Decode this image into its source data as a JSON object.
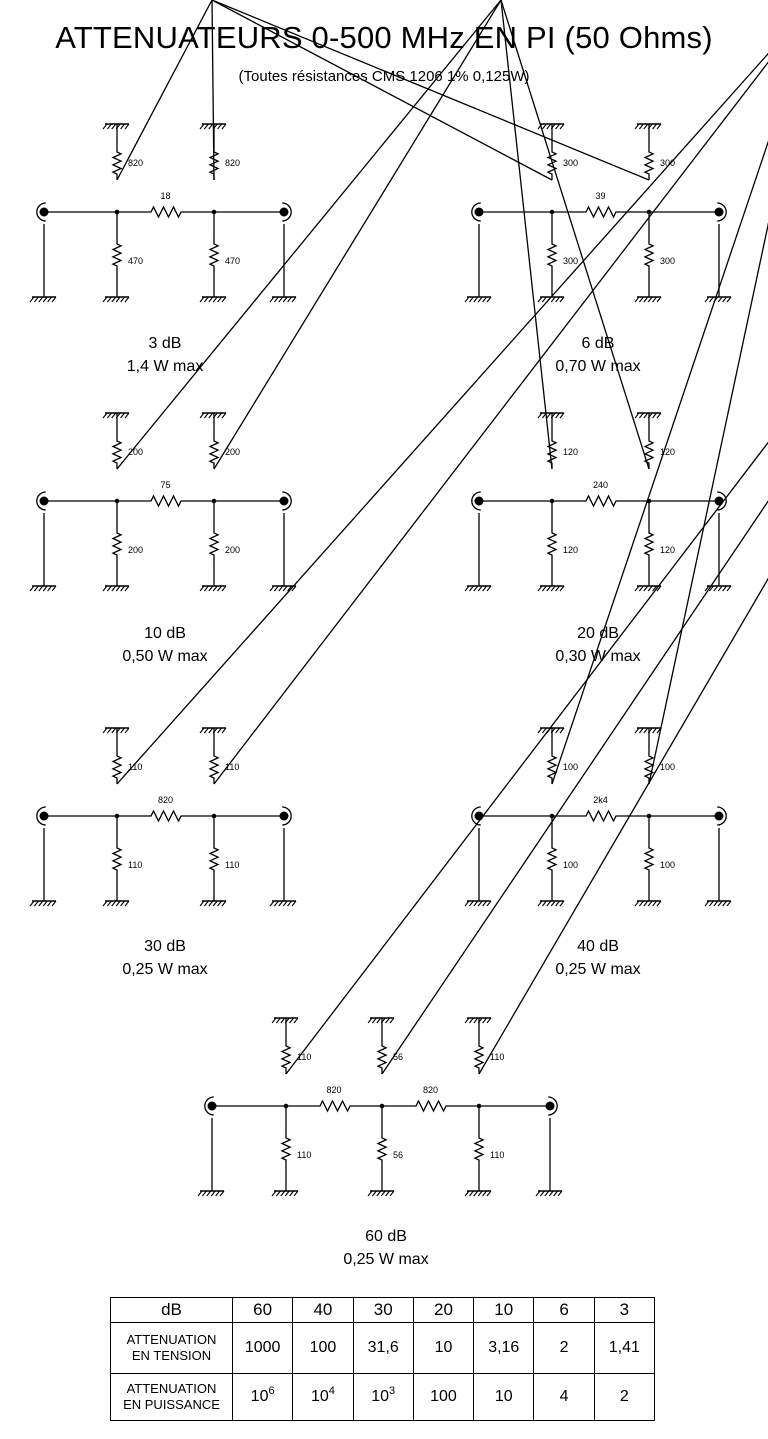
{
  "title": "ATTENUATEURS 0-500 MHz EN PI (50 Ohms)",
  "subtitle": "(Toutes résistances CMS 1206 1%  0,125W)",
  "circuits": [
    {
      "db": "3 dB",
      "power": "1,4 W max",
      "shunt_in_top": "820",
      "shunt_out_top": "820",
      "series": "18",
      "shunt_in_bottom": "470",
      "shunt_out_bottom": "470"
    },
    {
      "db": "6 dB",
      "power": "0,70 W max",
      "shunt_in_top": "300",
      "shunt_out_top": "300",
      "series": "39",
      "shunt_in_bottom": "300",
      "shunt_out_bottom": "300"
    },
    {
      "db": "10 dB",
      "power": "0,50 W max",
      "shunt_in_top": "200",
      "shunt_out_top": "200",
      "series": "75",
      "shunt_in_bottom": "200",
      "shunt_out_bottom": "200"
    },
    {
      "db": "20 dB",
      "power": "0,30 W max",
      "shunt_in_top": "120",
      "shunt_out_top": "120",
      "series": "240",
      "shunt_in_bottom": "120",
      "shunt_out_bottom": "120"
    },
    {
      "db": "30 dB",
      "power": "0,25 W max",
      "shunt_in_top": "110",
      "shunt_out_top": "110",
      "series": "820",
      "shunt_in_bottom": "110",
      "shunt_out_bottom": "110"
    },
    {
      "db": "40 dB",
      "power": "0,25 W max",
      "shunt_in_top": "100",
      "shunt_out_top": "100",
      "series": "2k4",
      "shunt_in_bottom": "100",
      "shunt_out_bottom": "100"
    }
  ],
  "circuit_60": {
    "db": "60 dB",
    "power": "0,25 W max",
    "shunt_1_top": "110",
    "shunt_1_bottom": "110",
    "series_1": "820",
    "shunt_2_top": "56",
    "shunt_2_bottom": "56",
    "series_2": "820",
    "shunt_3_top": "110",
    "shunt_3_bottom": "110"
  },
  "table": {
    "header": [
      "dB",
      "60",
      "40",
      "30",
      "20",
      "10",
      "6",
      "3"
    ],
    "tension_label_1": "ATTENUATION",
    "tension_label_2": "EN TENSION",
    "tension": [
      "1000",
      "100",
      "31,6",
      "10",
      "3,16",
      "2",
      "1,41"
    ],
    "puissance_label_1": "ATTENUATION",
    "puissance_label_2": "EN PUISSANCE",
    "puissance": [
      {
        "base": "10",
        "exp": "6"
      },
      {
        "base": "10",
        "exp": "4"
      },
      {
        "base": "10",
        "exp": "3"
      },
      {
        "base": "100",
        "exp": ""
      },
      {
        "base": "10",
        "exp": ""
      },
      {
        "base": "4",
        "exp": ""
      },
      {
        "base": "2",
        "exp": ""
      }
    ]
  }
}
